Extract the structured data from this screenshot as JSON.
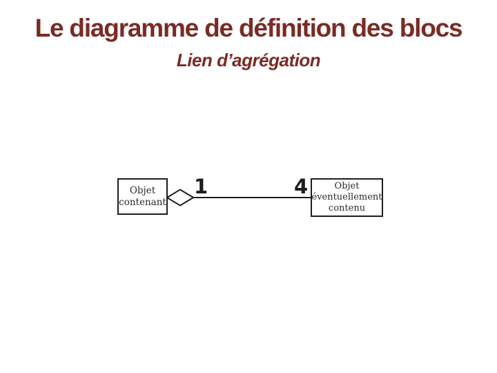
{
  "slide": {
    "title": "Le diagramme de définition des blocs",
    "subtitle": "Lien d’agrégation",
    "title_color": "#7b2a25",
    "background_color": "#ffffff"
  },
  "diagram": {
    "type": "uml-aggregation-link",
    "line_color": "#1d1d1d",
    "left_block": {
      "lines": [
        "Objet",
        "contenant"
      ]
    },
    "right_block": {
      "lines": [
        "Objet",
        "éventuellement",
        "contenu"
      ]
    },
    "left_multiplicity": "1",
    "right_multiplicity": "4",
    "diamond": "hollow-aggregation-diamond"
  }
}
